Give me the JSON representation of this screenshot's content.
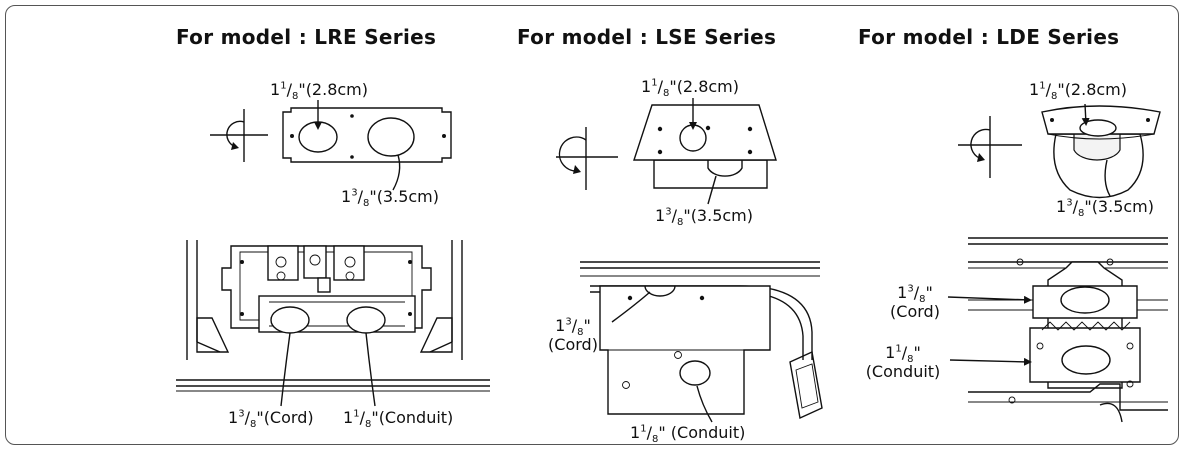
{
  "models": [
    {
      "title": "For model : LRE Series",
      "top_labels": [
        {
          "whole": "1",
          "num": "1",
          "den": "8",
          "suffix": "\"(2.8cm)"
        },
        {
          "whole": "1",
          "num": "3",
          "den": "8",
          "suffix": "\"(3.5cm)"
        }
      ],
      "bottom_labels": [
        {
          "whole": "1",
          "num": "3",
          "den": "8",
          "suffix": "\"(Cord)"
        },
        {
          "whole": "1",
          "num": "1",
          "den": "8",
          "suffix": "\"(Conduit)"
        }
      ]
    },
    {
      "title": "For model : LSE Series",
      "top_labels": [
        {
          "whole": "1",
          "num": "1",
          "den": "8",
          "suffix": "\"(2.8cm)"
        },
        {
          "whole": "1",
          "num": "3",
          "den": "8",
          "suffix": "\"(3.5cm)"
        }
      ],
      "bottom_labels": [
        {
          "whole": "1",
          "num": "3",
          "den": "8",
          "suffix": "\"",
          "line2": "(Cord)"
        },
        {
          "whole": "1",
          "num": "1",
          "den": "8",
          "suffix": "\" (Conduit)"
        }
      ]
    },
    {
      "title": "For model : LDE Series",
      "top_labels": [
        {
          "whole": "1",
          "num": "1",
          "den": "8",
          "suffix": "\"(2.8cm)"
        },
        {
          "whole": "1",
          "num": "3",
          "den": "8",
          "suffix": "\"(3.5cm)"
        }
      ],
      "bottom_labels": [
        {
          "whole": "1",
          "num": "3",
          "den": "8",
          "suffix": "\"",
          "line2": "(Cord)"
        },
        {
          "whole": "1",
          "num": "1",
          "den": "8",
          "suffix": "\"",
          "line2": "(Conduit)"
        }
      ]
    }
  ]
}
